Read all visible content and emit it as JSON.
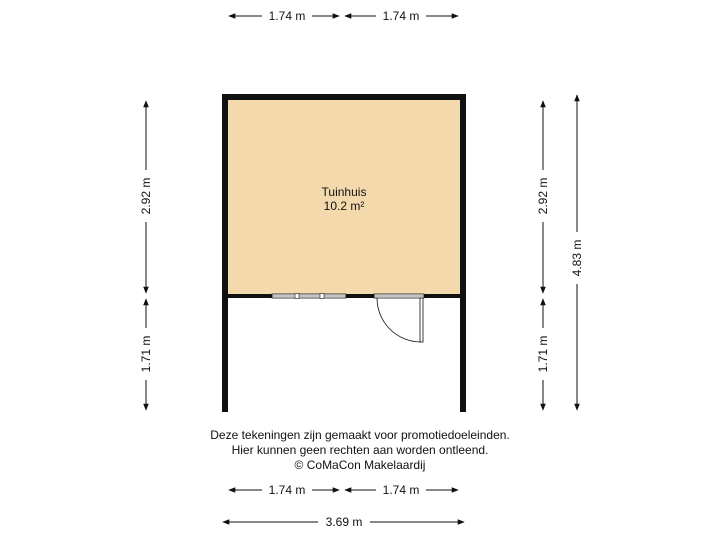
{
  "room": {
    "name": "Tuinhuis",
    "area": "10.2 m²"
  },
  "dimensions": {
    "top_left": "1.74 m",
    "top_right": "1.74 m",
    "bottom_left": "1.74 m",
    "bottom_right": "1.74 m",
    "bottom_total": "3.69 m",
    "left_upper": "2.92 m",
    "left_lower": "1.71 m",
    "right_upper": "2.92 m",
    "right_lower": "1.71 m",
    "right_total": "4.83 m"
  },
  "disclaimer": {
    "line1": "Deze tekeningen zijn gemaakt voor promotiedoeleinden.",
    "line2": "Hier kunnen geen rechten aan worden ontleend.",
    "line3": "© CoMaCon Makelaardij"
  },
  "colors": {
    "room_fill": "#f3d9ac",
    "wall": "#111111",
    "dimension": "#111111"
  }
}
